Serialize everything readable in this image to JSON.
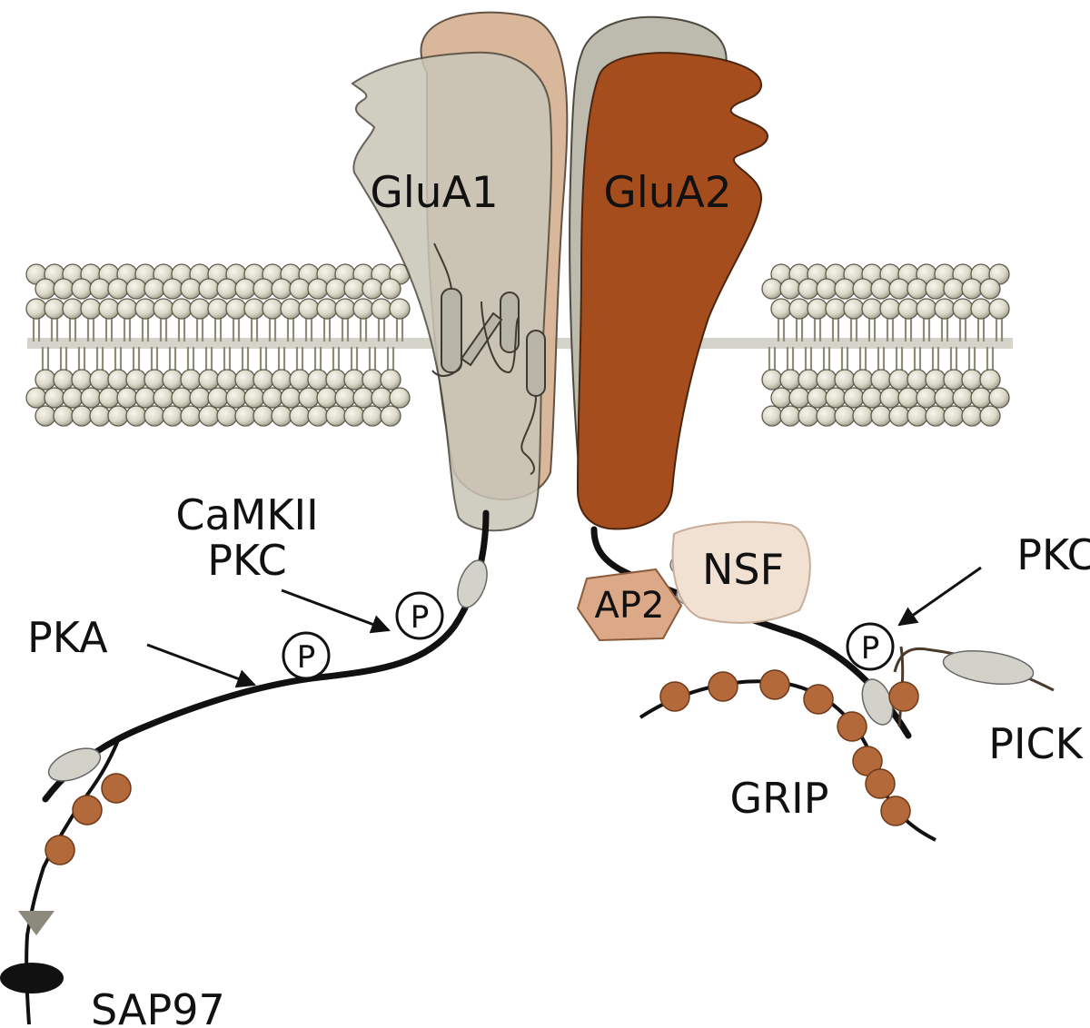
{
  "colors": {
    "glua1": "#c8c4b6",
    "glua1_back": "#d6ad8c",
    "glua2": "#a64d1e",
    "glua2_back": "#b9b8aa",
    "lipid_head": "#d9d7c6",
    "lipid_tail": "#8f8d7a",
    "pdz_domain": "#b3693a",
    "light_domain": "#d3d2c8",
    "nsf": "#f1e1d3",
    "ap2": "#dba888",
    "line": "#111111"
  },
  "labels": {
    "glua1": "GluA1",
    "glua2": "GluA2",
    "camkii": "CaMKII",
    "pkc_left": "PKC",
    "pka": "PKA",
    "pkc_right": "PKC",
    "nsf": "NSF",
    "ap2": "AP2",
    "pick": "PICK",
    "grip": "GRIP",
    "sap97": "SAP97",
    "phospho": "P"
  },
  "icons": {
    "arrow": "arrow-icon",
    "phosphorylation": "phosphate-circle-icon"
  }
}
